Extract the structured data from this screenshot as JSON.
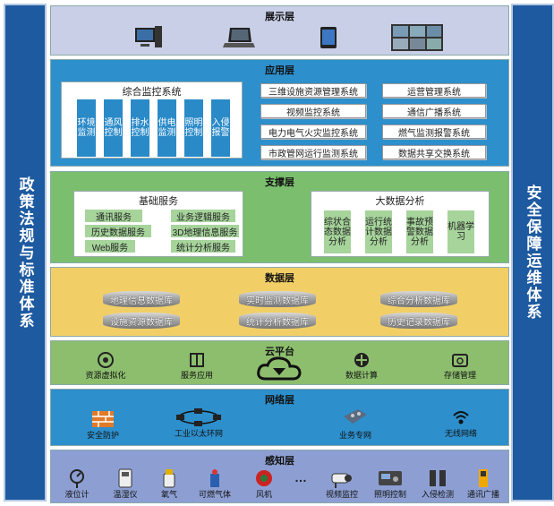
{
  "left_bar": "政策法规与标准体系",
  "right_bar": "安全保障运维体系",
  "display": {
    "title": "展示层",
    "icons": [
      "desktop-computer-icon",
      "laptop-icon",
      "tablet-icon",
      "video-wall-icon"
    ]
  },
  "app": {
    "title": "应用层",
    "monitor_title": "综合监控系统",
    "monitor_items": [
      "环境监测",
      "通风控制",
      "排水控制",
      "供电监测",
      "照明控制",
      "入侵报警"
    ],
    "systems": [
      "三维设施资源管理系统",
      "运营管理系统",
      "视频监控系统",
      "通信广播系统",
      "电力电气火灾监控系统",
      "燃气监测报警系统",
      "市政管网运行监测系统",
      "数据共享交换系统"
    ]
  },
  "support": {
    "title": "支撑层",
    "basic_title": "基础服务",
    "basic_items": [
      "通讯服务",
      "业务逻辑服务",
      "历史数据服务",
      "3D地理信息服务",
      "Web服务",
      "统计分析服务"
    ],
    "bigdata_title": "大数据分析",
    "bigdata_items": [
      "综状合态数据分析",
      "运行统计数据分析",
      "事故预警数据分析",
      "机器学习"
    ]
  },
  "data": {
    "title": "数据层",
    "dbs": [
      "地理信息数据库",
      "实时监测数据库",
      "综合分析数据库",
      "设施资源数据库",
      "统计分析数据库",
      "历史记录数据库"
    ]
  },
  "cloud": {
    "title": "云平台",
    "items": [
      "资源虚拟化",
      "服务应用",
      "",
      "数据计算",
      "存储管理"
    ]
  },
  "network": {
    "title": "网络层",
    "items": [
      "安全防护",
      "工业以太环网",
      "业务专网",
      "无线网络"
    ]
  },
  "sense": {
    "title": "感知层",
    "items": [
      "液位计",
      "温湿仪",
      "氧气",
      "可燃气体",
      "风机",
      "…",
      "视频监控",
      "照明控制",
      "入侵检测",
      "通讯广播"
    ]
  }
}
